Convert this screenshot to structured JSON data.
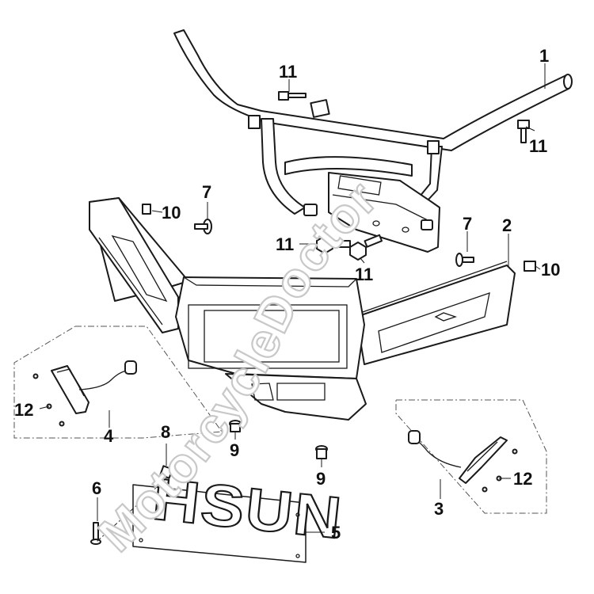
{
  "callouts": {
    "c1": "1",
    "c2": "2",
    "c3": "3",
    "c4": "4",
    "c5": "5",
    "c6": "6",
    "c7a": "7",
    "c7b": "7",
    "c8": "8",
    "c9a": "9",
    "c9b": "9",
    "c10a": "10",
    "c10b": "10",
    "c11a": "11",
    "c11b": "11",
    "c11c": "11",
    "c11d": "11",
    "c12a": "12",
    "c12b": "12"
  },
  "emblem": {
    "text": "HSUN"
  },
  "watermark": {
    "text": "MotorcycleDoctor"
  },
  "colors": {
    "line": "#1a1a1a",
    "watermark": "#c8c8c8"
  }
}
